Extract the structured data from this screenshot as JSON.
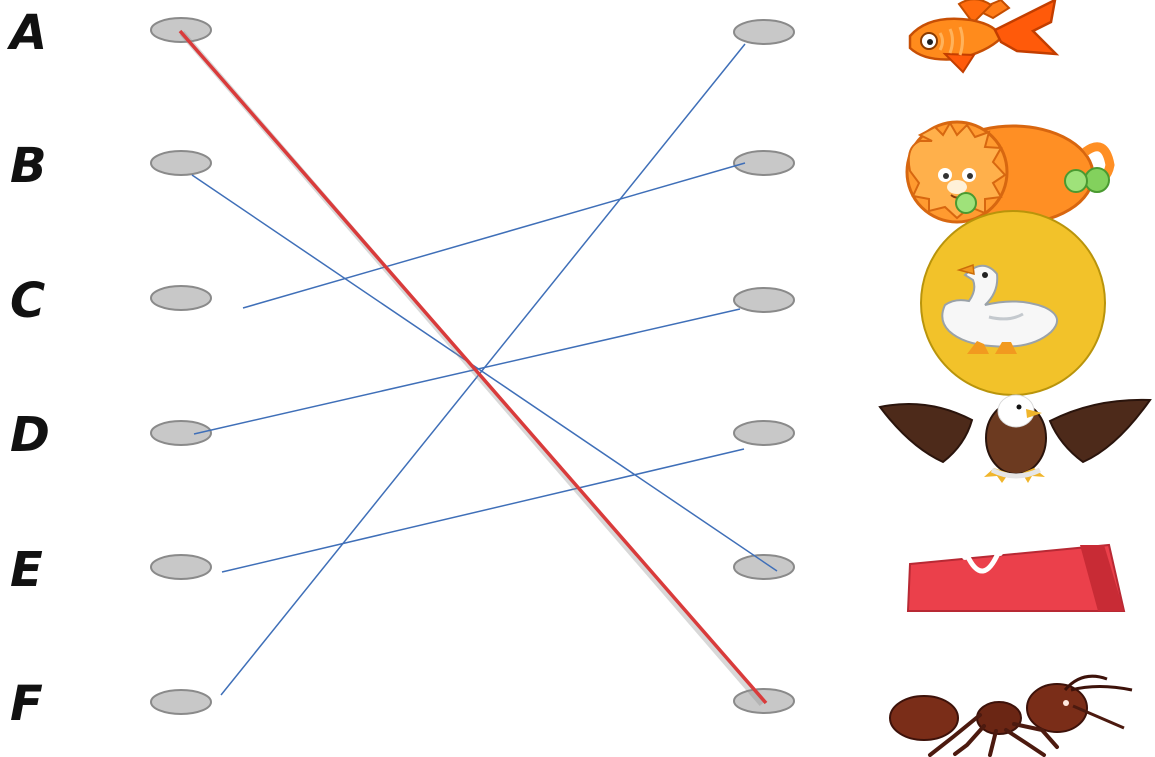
{
  "left_column": {
    "labels": [
      "A",
      "B",
      "C",
      "D",
      "E",
      "F"
    ]
  },
  "right_column": {
    "pictures": [
      "fish-picture",
      "lion-picture",
      "goose-picture",
      "eagle-picture",
      "bag-picture",
      "ant-picture"
    ]
  },
  "connections": [
    {
      "from": "A",
      "to": 6,
      "color": "#d93b3b"
    },
    {
      "from": "B",
      "to": 5,
      "color": "#3f6fb8"
    },
    {
      "from": "C",
      "to": 2,
      "color": "#3f6fb8"
    },
    {
      "from": "D",
      "to": 3,
      "color": "#3f6fb8"
    },
    {
      "from": "E",
      "to": 4,
      "color": "#3f6fb8"
    },
    {
      "from": "F",
      "to": 1,
      "color": "#3f6fb8"
    }
  ],
  "colors": {
    "dot_fill": "#c8c8c8",
    "dot_stroke": "#8a8a8a",
    "blue_line": "#3f6fb8",
    "red_line": "#d93b3b"
  }
}
